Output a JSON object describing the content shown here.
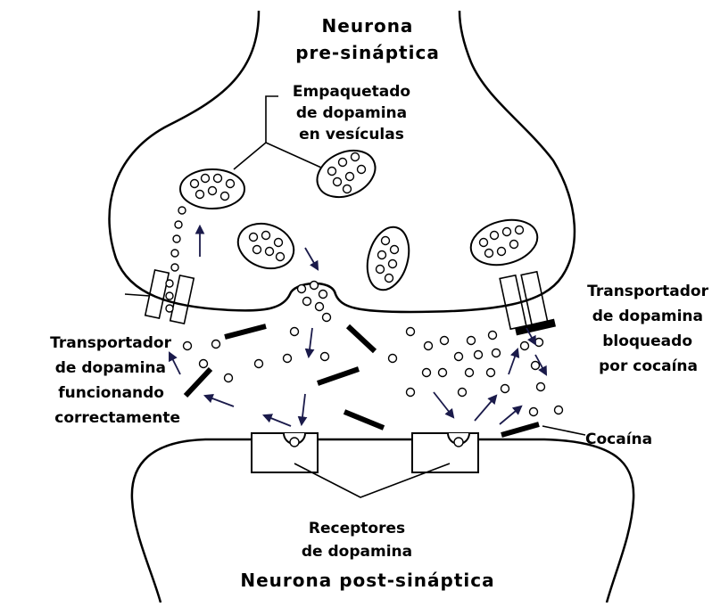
{
  "labels": {
    "pre_neuron_line1": "Neurona",
    "pre_neuron_line2": "pre-sináptica",
    "vesicles_line1": "Empaquetado",
    "vesicles_line2": "de dopamina",
    "vesicles_line3": "en vesículas",
    "transporter_ok_line1": "Transportador",
    "transporter_ok_line2": "de dopamina",
    "transporter_ok_line3": "funcionando",
    "transporter_ok_line4": "correctamente",
    "transporter_blocked_line1": "Transportador",
    "transporter_blocked_line2": "de dopamina",
    "transporter_blocked_line3": "bloqueado",
    "transporter_blocked_line4": "por cocaína",
    "cocaine": "Cocaína",
    "receptors_line1": "Receptores",
    "receptors_line2": "de dopamina",
    "post_neuron": "Neurona post-sináptica"
  },
  "colors": {
    "ink": "#000000",
    "arrow": "#1a1a4a",
    "background": "#ffffff"
  }
}
